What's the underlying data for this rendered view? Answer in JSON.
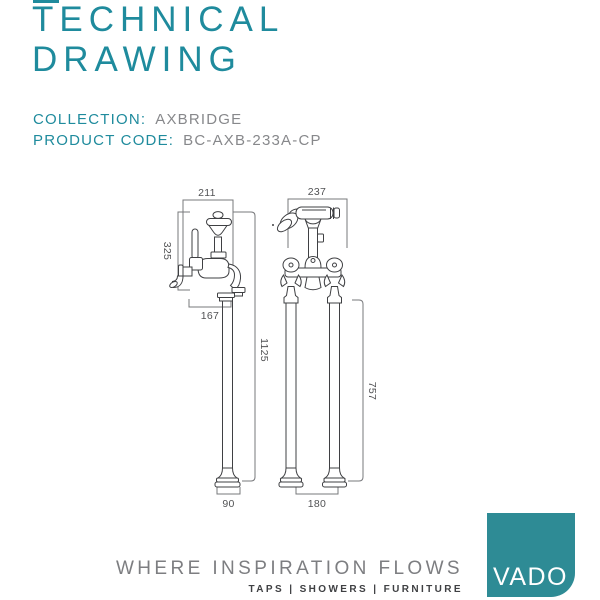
{
  "header": {
    "title_line1": "TECHNICAL",
    "title_line2": "DRAWING",
    "collection_label": "COLLECTION:",
    "collection_value": "AXBRIDGE",
    "product_code_label": "PRODUCT CODE:",
    "product_code_value": "BC-AXB-233A-CP"
  },
  "drawing": {
    "description": "Freestanding bath shower mixer, side view (left) and front view (right), dimensions in mm",
    "dimensions": {
      "side_overall_width": "211",
      "front_overall_width": "237",
      "handle_to_flange_height": "325",
      "spout_reach": "167",
      "total_height": "1125",
      "leg_height": "757",
      "base_width": "90",
      "leg_spacing": "180"
    }
  },
  "footer": {
    "tagline": "WHERE INSPIRATION FLOWS",
    "categories": "TAPS | SHOWERS | FURNITURE",
    "logo_text": "VADO"
  },
  "colors": {
    "teal_text": "#1f8b9d",
    "logo_teal": "#2e8b95",
    "gray_value_text": "#87888b",
    "tagline_gray": "#7d7e81",
    "categories_dark": "#3f4043",
    "drawing_line": "#3f4043",
    "dimension_line": "#77787b"
  }
}
